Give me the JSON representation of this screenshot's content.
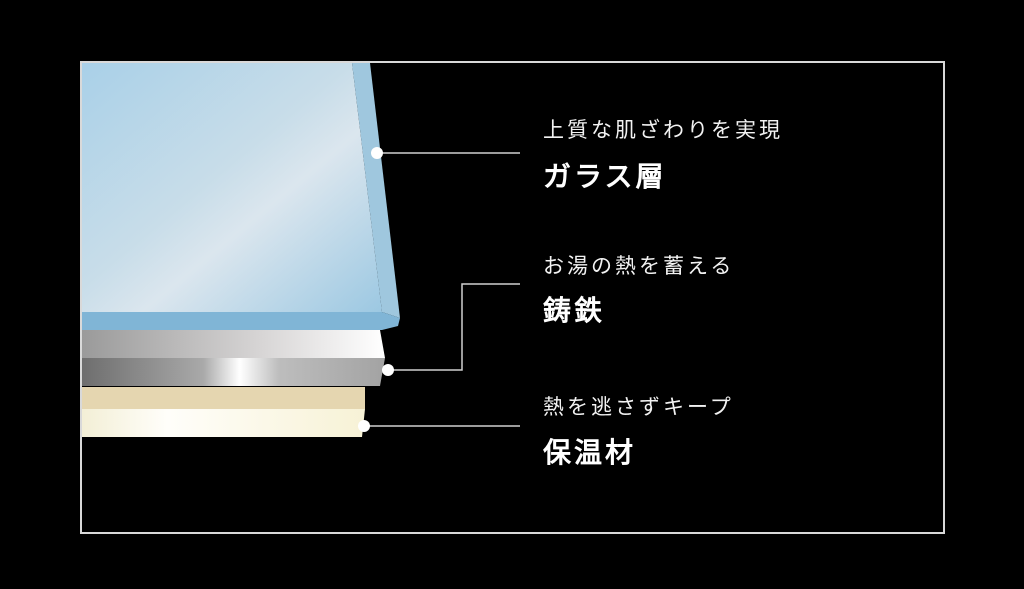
{
  "layers": [
    {
      "subtitle": "上質な肌ざわりを実現",
      "title": "ガラス層"
    },
    {
      "subtitle": "お湯の熱を蓄える",
      "title": "鋳鉄"
    },
    {
      "subtitle": "熱を逃さずキープ",
      "title": "保温材"
    }
  ],
  "colors": {
    "background": "#000000",
    "glass": "#8fc3e0",
    "iron": "#b0b0b0",
    "insulation": "#f6f1d6",
    "frame": "#d9d9d9"
  }
}
